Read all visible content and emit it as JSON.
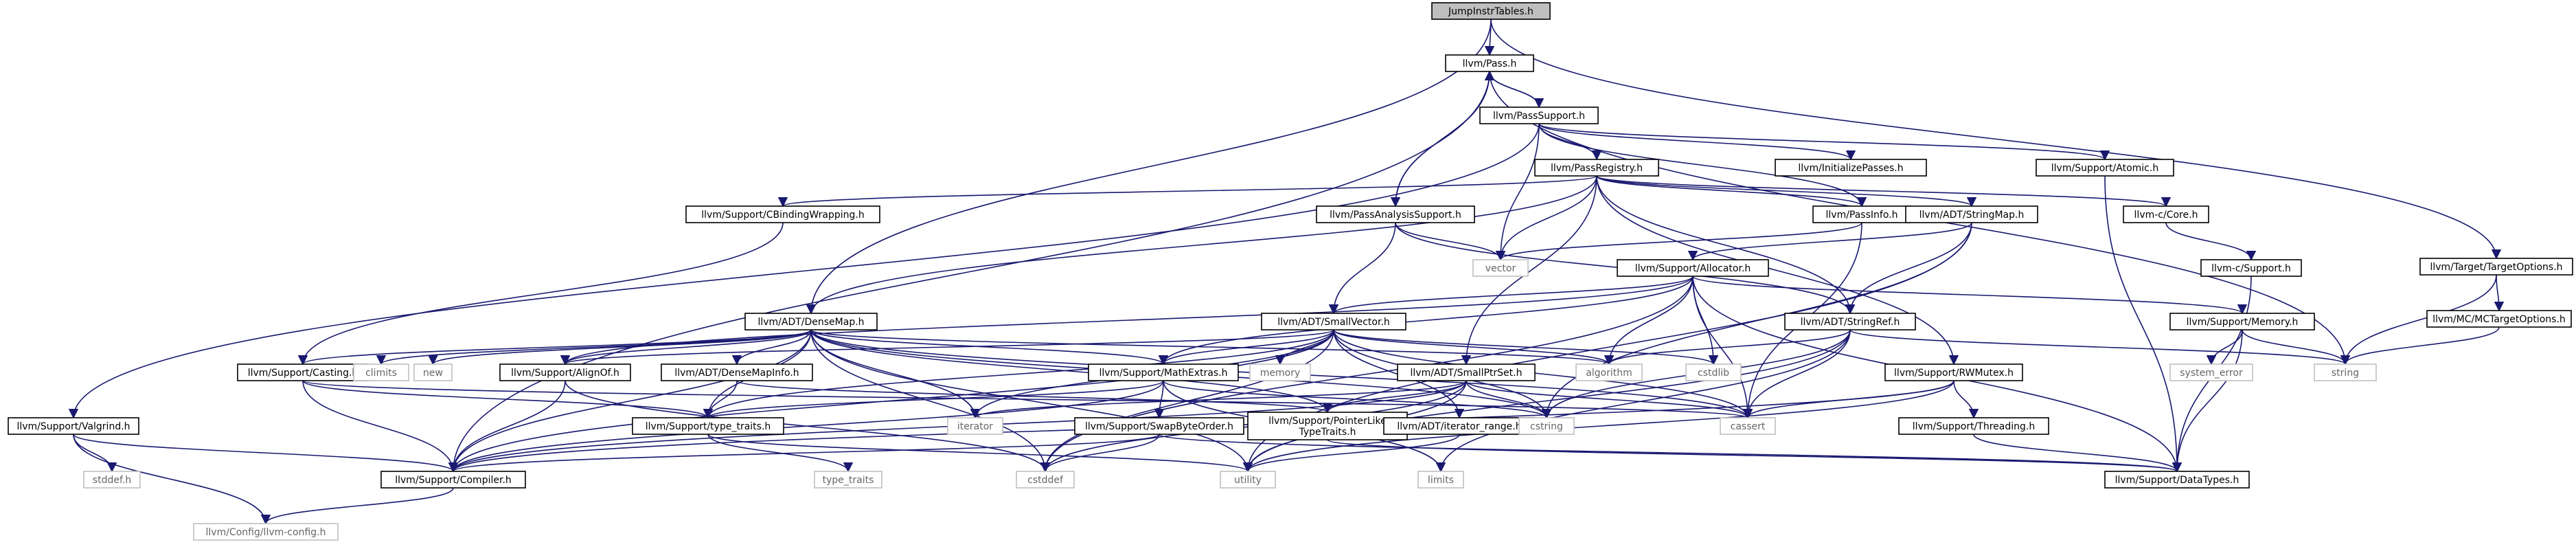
{
  "diagram": {
    "nodes": [
      {
        "id": "root",
        "label": "JumpInstrTables.h",
        "style": "root"
      },
      {
        "id": "pass",
        "label": "llvm/Pass.h",
        "style": "normal"
      },
      {
        "id": "passsupport",
        "label": "llvm/PassSupport.h",
        "style": "normal"
      },
      {
        "id": "passregistry",
        "label": "llvm/PassRegistry.h",
        "style": "normal"
      },
      {
        "id": "initpasses",
        "label": "llvm/InitializePasses.h",
        "style": "normal"
      },
      {
        "id": "atomic",
        "label": "llvm/Support/Atomic.h",
        "style": "normal"
      },
      {
        "id": "cbinding",
        "label": "llvm/Support/CBindingWrapping.h",
        "style": "normal"
      },
      {
        "id": "passanalysis",
        "label": "llvm/PassAnalysisSupport.h",
        "style": "normal"
      },
      {
        "id": "passinfo",
        "label": "llvm/PassInfo.h",
        "style": "normal"
      },
      {
        "id": "stringmap",
        "label": "llvm/ADT/StringMap.h",
        "style": "normal"
      },
      {
        "id": "llvmccore",
        "label": "llvm-c/Core.h",
        "style": "normal"
      },
      {
        "id": "llvmcsupport",
        "label": "llvm-c/Support.h",
        "style": "normal"
      },
      {
        "id": "vector",
        "label": "vector",
        "style": "external"
      },
      {
        "id": "allocator",
        "label": "llvm/Support/Allocator.h",
        "style": "normal"
      },
      {
        "id": "targetoptions",
        "label": "llvm/Target/TargetOptions.h",
        "style": "normal"
      },
      {
        "id": "mctargetoptions",
        "label": "llvm/MC/MCTargetOptions.h",
        "style": "normal"
      },
      {
        "id": "densemap",
        "label": "llvm/ADT/DenseMap.h",
        "style": "normal"
      },
      {
        "id": "smallvector",
        "label": "llvm/ADT/SmallVector.h",
        "style": "normal"
      },
      {
        "id": "stringref",
        "label": "llvm/ADT/StringRef.h",
        "style": "normal"
      },
      {
        "id": "memory",
        "label": "llvm/Support/Memory.h",
        "style": "normal"
      },
      {
        "id": "casting",
        "label": "llvm/Support/Casting.h",
        "style": "normal"
      },
      {
        "id": "climits",
        "label": "climits",
        "style": "external"
      },
      {
        "id": "new",
        "label": "new",
        "style": "external"
      },
      {
        "id": "alignof",
        "label": "llvm/Support/AlignOf.h",
        "style": "normal"
      },
      {
        "id": "densemapinfo",
        "label": "llvm/ADT/DenseMapInfo.h",
        "style": "normal"
      },
      {
        "id": "mathextras",
        "label": "llvm/Support/MathExtras.h",
        "style": "normal"
      },
      {
        "id": "memoryh",
        "label": "memory",
        "style": "external"
      },
      {
        "id": "algorithm",
        "label": "algorithm",
        "style": "external"
      },
      {
        "id": "smallptrset",
        "label": "llvm/ADT/SmallPtrSet.h",
        "style": "normal"
      },
      {
        "id": "cstdlib",
        "label": "cstdlib",
        "style": "external"
      },
      {
        "id": "mutex",
        "label": "llvm/Support/RWMutex.h",
        "style": "normal"
      },
      {
        "id": "syserror",
        "label": "system_error",
        "style": "external"
      },
      {
        "id": "string",
        "label": "string",
        "style": "external"
      },
      {
        "id": "valgrind",
        "label": "llvm/Support/Valgrind.h",
        "style": "normal"
      },
      {
        "id": "typetraits",
        "label": "llvm/Support/type_traits.h",
        "style": "normal"
      },
      {
        "id": "iterator",
        "label": "iterator",
        "style": "external"
      },
      {
        "id": "swapbyteorder",
        "label": "llvm/Support/SwapByteOrder.h",
        "style": "normal"
      },
      {
        "id": "pointerlike",
        "label": "llvm/Support/PointerLike\nTypeTraits.h",
        "style": "normal"
      },
      {
        "id": "iterrange",
        "label": "llvm/ADT/iterator_range.h",
        "style": "normal"
      },
      {
        "id": "cstring",
        "label": "cstring",
        "style": "external"
      },
      {
        "id": "cassert",
        "label": "cassert",
        "style": "external"
      },
      {
        "id": "threading",
        "label": "llvm/Support/Threading.h",
        "style": "normal"
      },
      {
        "id": "stddef",
        "label": "stddef.h",
        "style": "external"
      },
      {
        "id": "compiler",
        "label": "llvm/Support/Compiler.h",
        "style": "normal"
      },
      {
        "id": "stdtypetraits",
        "label": "type_traits",
        "style": "external"
      },
      {
        "id": "cstddef",
        "label": "cstddef",
        "style": "external"
      },
      {
        "id": "utility",
        "label": "utility",
        "style": "external"
      },
      {
        "id": "limits",
        "label": "limits",
        "style": "external"
      },
      {
        "id": "datatypes",
        "label": "llvm/Support/DataTypes.h",
        "style": "normal"
      },
      {
        "id": "llvmconfig",
        "label": "llvm/Config/llvm-config.h",
        "style": "external"
      }
    ],
    "edges": [
      [
        "root",
        "pass"
      ],
      [
        "root",
        "densemap"
      ],
      [
        "root",
        "targetoptions"
      ],
      [
        "pass",
        "passsupport"
      ],
      [
        "pass",
        "passanalysis"
      ],
      [
        "pass",
        "string"
      ],
      [
        "pass",
        "compiler"
      ],
      [
        "passsupport",
        "pass"
      ],
      [
        "passsupport",
        "passregistry"
      ],
      [
        "passsupport",
        "initpasses"
      ],
      [
        "passsupport",
        "atomic"
      ],
      [
        "passsupport",
        "passinfo"
      ],
      [
        "passsupport",
        "valgrind"
      ],
      [
        "passsupport",
        "vector"
      ],
      [
        "passregistry",
        "cbinding"
      ],
      [
        "passregistry",
        "passinfo"
      ],
      [
        "passregistry",
        "stringmap"
      ],
      [
        "passregistry",
        "stringref"
      ],
      [
        "passregistry",
        "llvmccore"
      ],
      [
        "passregistry",
        "mutex"
      ],
      [
        "passregistry",
        "vector"
      ],
      [
        "passregistry",
        "smallptrset"
      ],
      [
        "passregistry",
        "densemap"
      ],
      [
        "passanalysis",
        "pass"
      ],
      [
        "passanalysis",
        "smallvector"
      ],
      [
        "passanalysis",
        "stringref"
      ],
      [
        "passanalysis",
        "vector"
      ],
      [
        "passinfo",
        "vector"
      ],
      [
        "passinfo",
        "cassert"
      ],
      [
        "stringmap",
        "allocator"
      ],
      [
        "stringmap",
        "stringref"
      ],
      [
        "stringmap",
        "cstring"
      ],
      [
        "stringmap",
        "utility"
      ],
      [
        "llvmccore",
        "llvmcsupport"
      ],
      [
        "llvmcsupport",
        "datatypes"
      ],
      [
        "atomic",
        "datatypes"
      ],
      [
        "cbinding",
        "casting"
      ],
      [
        "allocator",
        "smallvector"
      ],
      [
        "allocator",
        "alignof"
      ],
      [
        "allocator",
        "mathextras"
      ],
      [
        "allocator",
        "memory"
      ],
      [
        "allocator",
        "algorithm"
      ],
      [
        "allocator",
        "cstdlib"
      ],
      [
        "allocator",
        "cassert"
      ],
      [
        "allocator",
        "cstddef"
      ],
      [
        "allocator",
        "datatypes"
      ],
      [
        "targetoptions",
        "mctargetoptions"
      ],
      [
        "targetoptions",
        "string"
      ],
      [
        "mctargetoptions",
        "string"
      ],
      [
        "densemap",
        "casting"
      ],
      [
        "densemap",
        "climits"
      ],
      [
        "densemap",
        "new"
      ],
      [
        "densemap",
        "alignof"
      ],
      [
        "densemap",
        "densemapinfo"
      ],
      [
        "densemap",
        "mathextras"
      ],
      [
        "densemap",
        "pointerlike"
      ],
      [
        "densemap",
        "typetraits"
      ],
      [
        "densemap",
        "algorithm"
      ],
      [
        "densemap",
        "iterator"
      ],
      [
        "densemap",
        "cstring"
      ],
      [
        "densemap",
        "cassert"
      ],
      [
        "densemap",
        "cstddef"
      ],
      [
        "densemap",
        "utility"
      ],
      [
        "densemap",
        "compiler"
      ],
      [
        "smallvector",
        "alignof"
      ],
      [
        "smallvector",
        "mathextras"
      ],
      [
        "smallvector",
        "typetraits"
      ],
      [
        "smallvector",
        "memoryh"
      ],
      [
        "smallvector",
        "algorithm"
      ],
      [
        "smallvector",
        "iterator"
      ],
      [
        "smallvector",
        "cstring"
      ],
      [
        "smallvector",
        "cassert"
      ],
      [
        "smallvector",
        "cstdlib"
      ],
      [
        "smallvector",
        "cstddef"
      ],
      [
        "smallvector",
        "compiler"
      ],
      [
        "smallvector",
        "iterrange"
      ],
      [
        "stringref",
        "algorithm"
      ],
      [
        "stringref",
        "cassert"
      ],
      [
        "stringref",
        "cstring"
      ],
      [
        "stringref",
        "string"
      ],
      [
        "stringref",
        "utility"
      ],
      [
        "stringref",
        "limits"
      ],
      [
        "memory",
        "datatypes"
      ],
      [
        "memory",
        "syserror"
      ],
      [
        "memory",
        "string"
      ],
      [
        "casting",
        "typetraits"
      ],
      [
        "casting",
        "cassert"
      ],
      [
        "casting",
        "compiler"
      ],
      [
        "alignof",
        "compiler"
      ],
      [
        "alignof",
        "cstddef"
      ],
      [
        "densemapinfo",
        "typetraits"
      ],
      [
        "densemapinfo",
        "pointerlike"
      ],
      [
        "mathextras",
        "swapbyteorder"
      ],
      [
        "mathextras",
        "typetraits"
      ],
      [
        "mathextras",
        "compiler"
      ],
      [
        "mathextras",
        "cstring"
      ],
      [
        "mathextras",
        "limits"
      ],
      [
        "smallptrset",
        "pointerlike"
      ],
      [
        "smallptrset",
        "compiler"
      ],
      [
        "smallptrset",
        "cassert"
      ],
      [
        "smallptrset",
        "cstring"
      ],
      [
        "smallptrset",
        "cstddef"
      ],
      [
        "smallptrset",
        "iterator"
      ],
      [
        "smallptrset",
        "utility"
      ],
      [
        "mutex",
        "threading"
      ],
      [
        "mutex",
        "compiler"
      ],
      [
        "mutex",
        "cassert"
      ],
      [
        "mutex",
        "utility"
      ],
      [
        "swapbyteorder",
        "compiler"
      ],
      [
        "swapbyteorder",
        "datatypes"
      ],
      [
        "swapbyteorder",
        "cstddef"
      ],
      [
        "pointerlike",
        "datatypes"
      ],
      [
        "iterrange",
        "utility"
      ],
      [
        "typetraits",
        "utility"
      ],
      [
        "typetraits",
        "stdtypetraits"
      ],
      [
        "valgrind",
        "compiler"
      ],
      [
        "valgrind",
        "stddef"
      ],
      [
        "valgrind",
        "llvmconfig"
      ],
      [
        "compiler",
        "llvmconfig"
      ],
      [
        "threading",
        "datatypes"
      ]
    ],
    "colors": {
      "edge": "#191970",
      "node_border": "#000000",
      "external_border": "#bfbfbf",
      "external_text": "#666666",
      "root_fill": "#bfbfbf",
      "node_fill": "#ffffff",
      "text": "#000000"
    }
  }
}
